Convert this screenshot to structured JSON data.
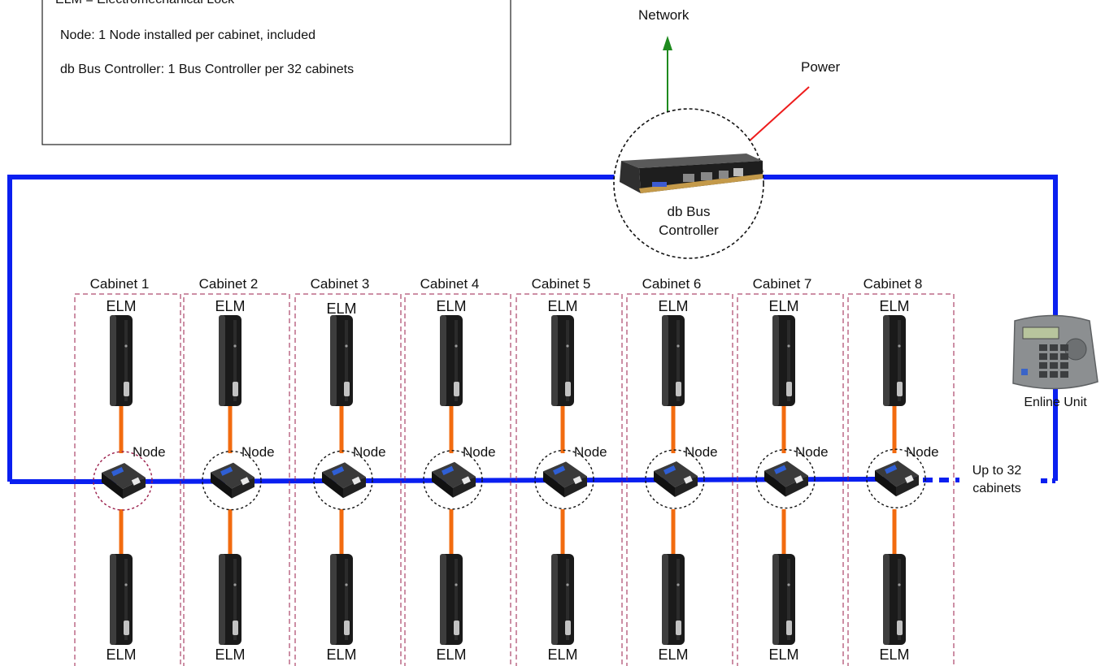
{
  "legend": {
    "lines": [
      "ELM = Electromechanical Lock",
      "Node: 1 Node installed per cabinet, included",
      "db Bus Controller: 1 Bus Controller per 32 cabinets"
    ]
  },
  "network_label": "Network",
  "power_label": "Power",
  "bus_controller": {
    "line1": "db Bus",
    "line2": "Controller"
  },
  "enline_label": "Enline Unit",
  "up_to": {
    "line1": "Up to 32",
    "line2": "cabinets"
  },
  "node_label": "Node",
  "elm_label": "ELM",
  "cabinets": [
    {
      "name": "Cabinet 1"
    },
    {
      "name": "Cabinet 2"
    },
    {
      "name": "Cabinet 3"
    },
    {
      "name": "Cabinet 4"
    },
    {
      "name": "Cabinet 5"
    },
    {
      "name": "Cabinet 6"
    },
    {
      "name": "Cabinet 7"
    },
    {
      "name": "Cabinet 8"
    }
  ],
  "colors": {
    "bus": "#0a1ff0",
    "link": "#f26b0f",
    "network_arrow": "#1e8a1e",
    "power_arrow": "#ee1c1c",
    "cabinet_border": "#9b1f4b"
  }
}
